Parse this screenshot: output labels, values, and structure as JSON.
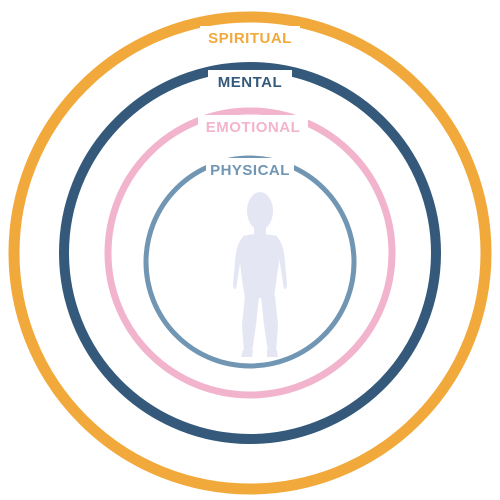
{
  "rings": [
    {
      "key": "spiritual",
      "label": "SPIRITUAL",
      "color": "#F2A93B"
    },
    {
      "key": "mental",
      "label": "MENTAL",
      "color": "#34597A"
    },
    {
      "key": "emotional",
      "label": "EMOTIONAL",
      "color": "#F2B4CC"
    },
    {
      "key": "physical",
      "label": "PHYSICAL",
      "color": "#7096B4"
    }
  ],
  "figure": {
    "icon": "woman-silhouette-icon",
    "color": "#E4E6F4"
  }
}
